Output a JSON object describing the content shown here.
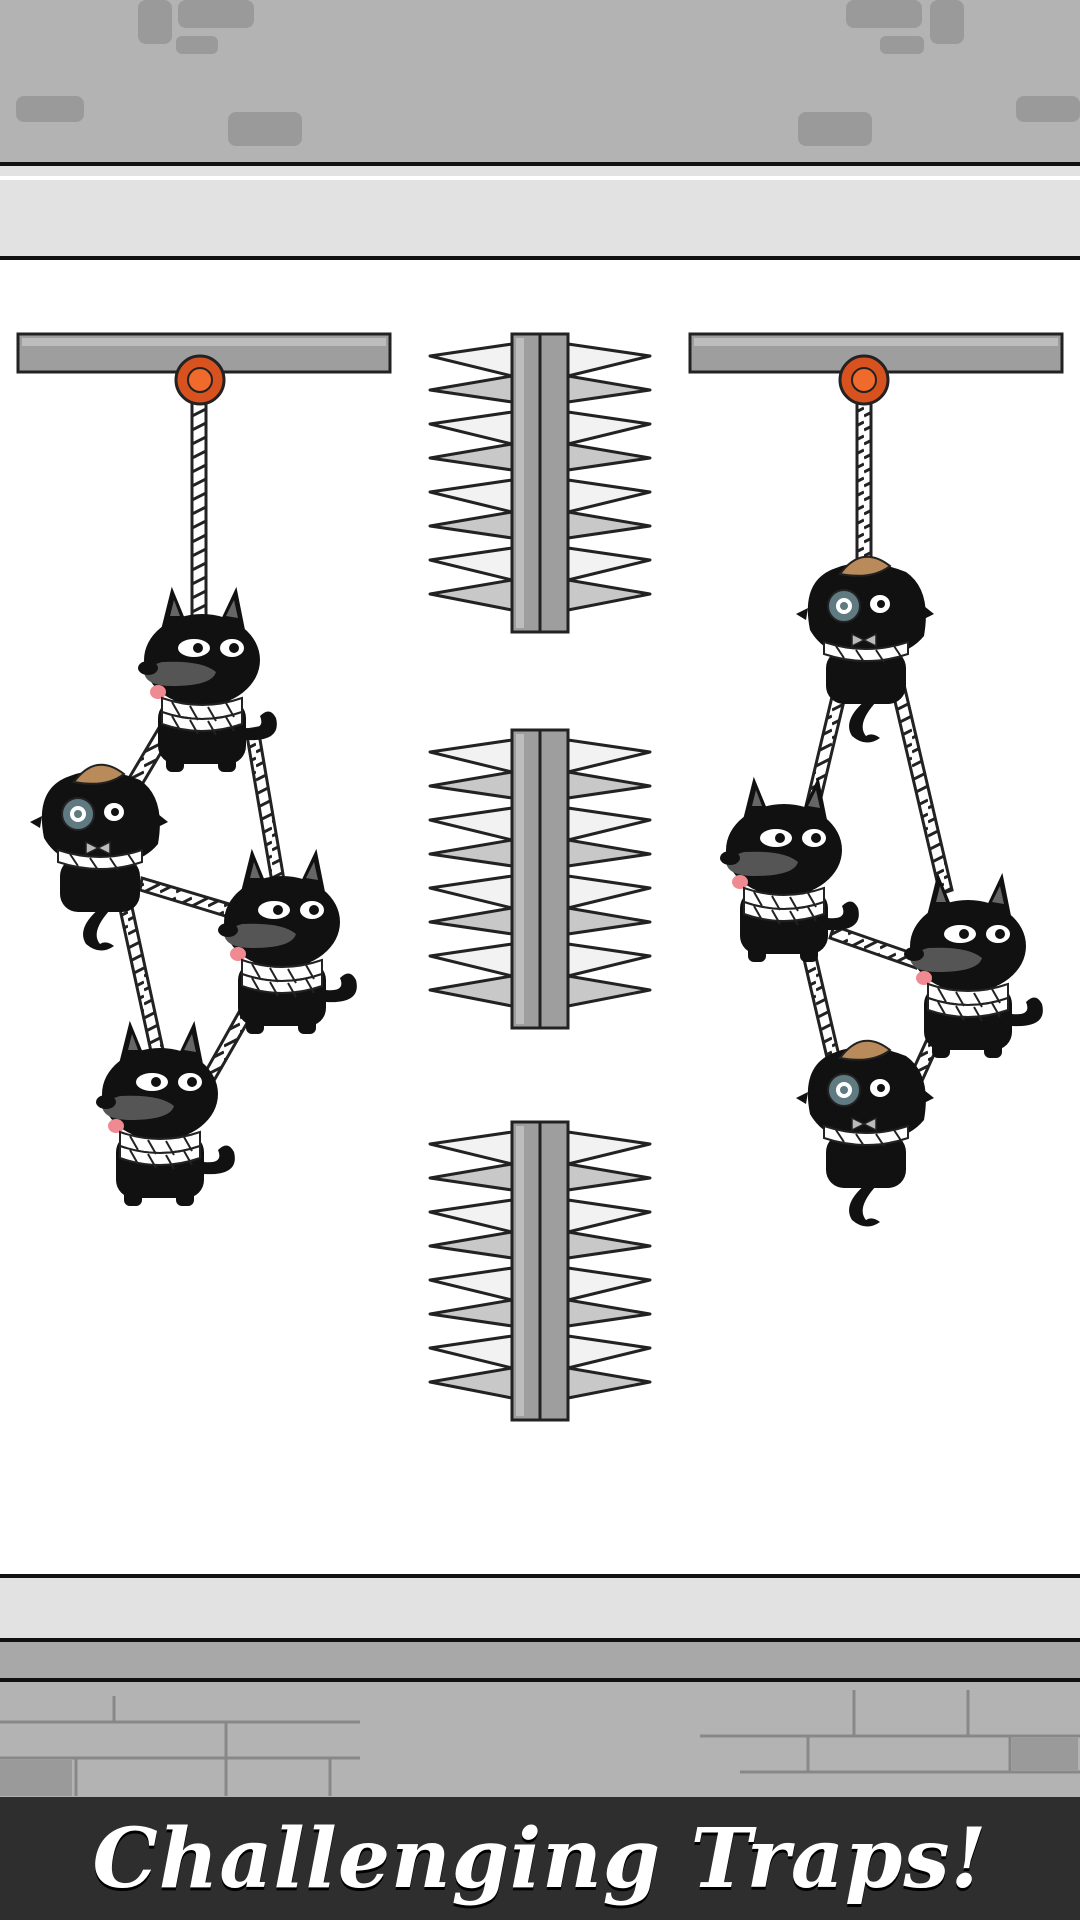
{
  "caption": {
    "text": "Challenging Traps!"
  },
  "colors": {
    "wall": "#b3b3b3",
    "brick": "#9a9a9a",
    "ledge": "#e2e2e2",
    "floor_wall": "#a8a8a8",
    "beam": "#9e9e9e",
    "pin": "#d8521f",
    "pin_inner": "#f06a2c",
    "spike_light": "#f2f2f2",
    "spike_dark": "#c8c8c8",
    "dog": "#111111",
    "muzzle": "#555555",
    "tongue": "#f08a92",
    "hat": "#b98a5a",
    "caption_bar": "#2e2e2e"
  },
  "icons": {
    "left_hanger": "hanging-pin-icon",
    "right_hanger": "hanging-pin-icon",
    "spike": "spike-trap-icon",
    "dog": "black-dog-icon",
    "cat": "black-cat-icon"
  },
  "level": {
    "left_group": [
      "dog",
      "cat",
      "dog",
      "dog"
    ],
    "right_group": [
      "cat",
      "dog",
      "dog",
      "cat"
    ],
    "spike_traps": 3
  }
}
